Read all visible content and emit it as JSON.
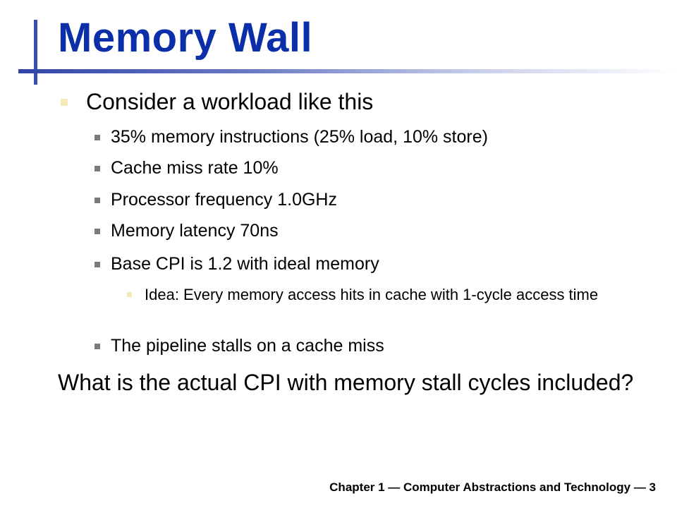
{
  "slide": {
    "title": "Memory Wall",
    "bullets": [
      {
        "text": "Consider a workload like this"
      },
      {
        "text": "35% memory instructions (25% load, 10% store)"
      },
      {
        "text": "Cache miss rate 10%"
      },
      {
        "text": "Processor frequency 1.0GHz"
      },
      {
        "text": "Memory latency 70ns"
      },
      {
        "text": "Base CPI is 1.2 with ideal memory"
      },
      {
        "text": "Idea: Every memory access hits in cache with 1-cycle access time"
      },
      {
        "text": "The pipeline stalls on a cache miss"
      }
    ],
    "question": "What is the actual CPI with memory stall cycles included?",
    "footer": "Chapter 1 — Computer Abstractions and Technology — 3"
  },
  "colors": {
    "title": "#0a2fa8",
    "accent_bar": "#3b4fb0",
    "level1_bullet": "#f4e9b8",
    "level2_bullet": "#7a7a7a"
  }
}
